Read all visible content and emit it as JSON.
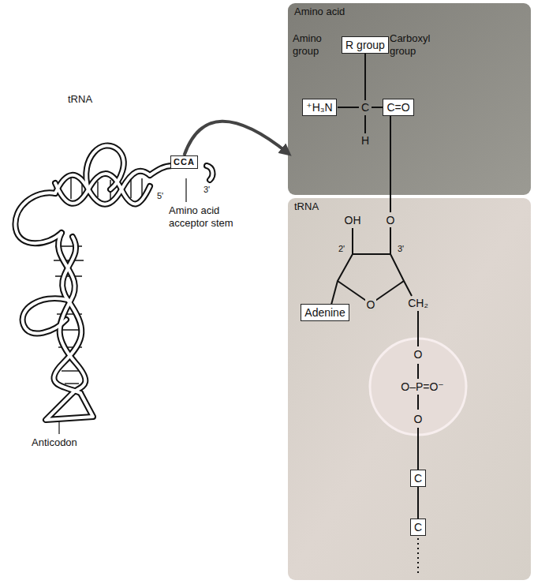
{
  "diagram": {
    "nodes": [
      {
        "text": [
          "CCA"
        ]
      },
      {
        "text": [
          "Amino acid"
        ]
      },
      {
        "text": [
          "R group"
        ],
        "in": 1
      },
      {
        "text": [
          "⁺H₃N"
        ],
        "in": 1
      },
      {
        "text": [
          "C=O"
        ],
        "in": 1
      },
      {
        "text": [
          "tRNA"
        ]
      },
      {
        "text": [
          "Adenine"
        ],
        "in": 5
      },
      {
        "text": [
          "O",
          "O–P=O⁻",
          "O"
        ],
        "in": 5
      },
      {
        "text": [
          "C"
        ],
        "in": 5
      },
      {
        "text": [
          "C"
        ],
        "in": 5
      }
    ],
    "edges": [
      {
        "from": 0,
        "to": 1,
        "arrow": "to"
      },
      {
        "from": 7,
        "to": 8,
        "arrow": "none"
      },
      {
        "from": 8,
        "to": 9,
        "arrow": "none"
      }
    ],
    "labels": [
      "tRNA",
      "5'",
      "3'",
      "Amino acid acceptor stem",
      "Anticodon",
      "Amino group",
      "Carboxyl group",
      "C",
      "H",
      "OH",
      "O",
      "2'",
      "3'",
      "O",
      "CH₂"
    ]
  }
}
